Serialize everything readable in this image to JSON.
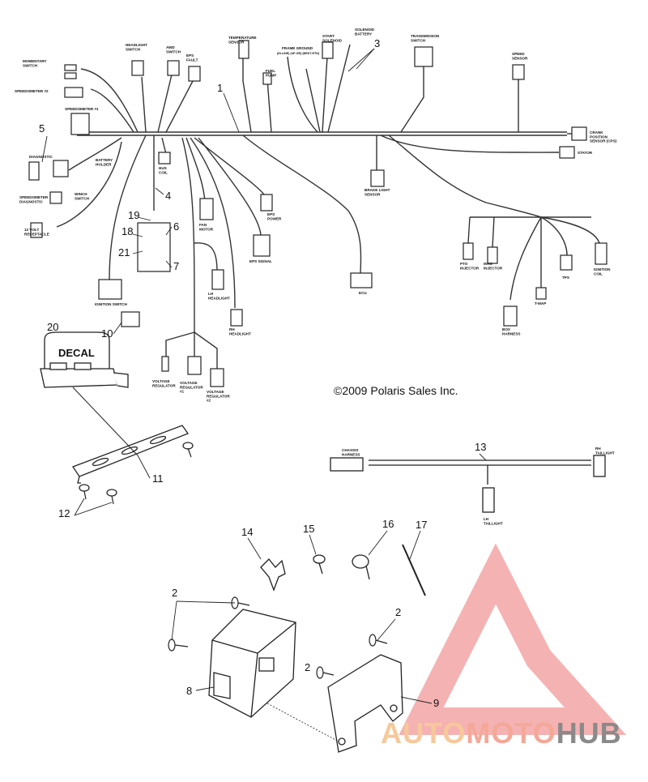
{
  "components": {
    "momentary_switch": "MOMENTARY\nSWITCH",
    "speedometer_2": "SPEEDOMETER #2",
    "speedometer_1": "SPEEDOMETER #1",
    "headlight_switch": "HEADLIGHT\nSWITCH",
    "awd_switch": "AWD\nSWITCH",
    "eps_fault": "EPS\nFAULT",
    "temperature_sensor": "TEMPERATURE\nSENSOR",
    "fuel_pump": "FUEL\nPUMP",
    "frame_ground": "FRAME GROUND",
    "frame_ground_sub": "(IN-LINE) (UP-GR) (BRKT-RTN)",
    "start_solenoid": "START\nSOLENOID",
    "solenoid_battery": "SOLENOID\nBATTERY",
    "transmission_switch": "TRANSMISSION\nSWITCH",
    "speed_sensor": "SPEED\nSENSOR",
    "crank_position_sensor": "CRANK\nPOSITION\nSENSOR (CPS)",
    "stator": "STATOR",
    "diagnostic": "DIAGNOSTIC",
    "battery_holder": "BATTERY\nHOLDER",
    "speedometer_diagnostic": "SPEEDOMETER\nDIAGNOSTIC",
    "winch_switch": "WINCH\nSWITCH",
    "volt_receptacle": "12 VOLT\nRECEPTACLE",
    "hus_coil": "HUS\nCOIL",
    "fan_motor": "FAN\nMOTOR",
    "eps_power": "EPS\nPOWER",
    "eps_signal": "EPS SIGNAL",
    "brake_light_sensor": "BRAKE LIGHT\nSENSOR",
    "ecu": "ECU",
    "pto_injector": "PTO\nINJECTOR",
    "mag_injector": "MAG\nINJECTOR",
    "tps": "TPS",
    "ignition_coil": "IGNITION\nCOIL",
    "tmap": "T-MAP",
    "box_harness": "BOX\nHARNESS",
    "ignition_switch": "IGNITION SWITCH",
    "lh_headlight": "LH\nHEADLIGHT",
    "rh_headlight": "RH\nHEADLIGHT",
    "voltage_regulator": "VOLTAGE\nREGULATOR",
    "voltage_regulator_1": "VOLTAGE\nREGULATOR\n#1",
    "voltage_regulator_2": "VOLTAGE\nREGULATOR\n#2",
    "chassis_harness": "CHASSIS\nHARNESS",
    "rh_taillight": "RH\nTAILLIGHT",
    "lh_taillight": "LH\nTAILLIGHT"
  },
  "callouts": [
    "1",
    "2",
    "2",
    "2",
    "3",
    "4",
    "5",
    "6",
    "7",
    "8",
    "9",
    "10",
    "11",
    "12",
    "13",
    "14",
    "15",
    "16",
    "17",
    "18",
    "19",
    "20",
    "21"
  ],
  "decal_text": "DECAL",
  "copyright": "©2009 Polaris Sales Inc.",
  "watermark": {
    "part1": "AUTO",
    "part2": "MOTO",
    "part3": "HUB",
    "colors": {
      "auto": "#f6c89a",
      "moto": "#f4a898",
      "hub": "#8a8a8a",
      "logo": "#f3a5a5"
    }
  }
}
